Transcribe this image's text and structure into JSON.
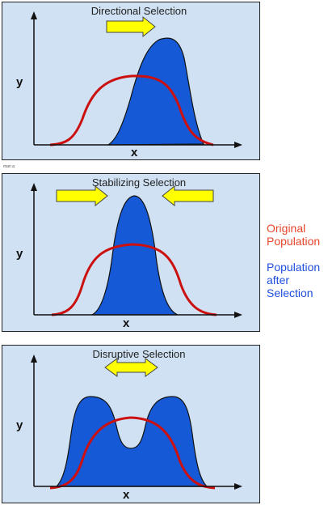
{
  "panels": [
    {
      "title": "Directional Selection",
      "y_label": "y",
      "x_label": "x"
    },
    {
      "title": "Stabilizing Selection",
      "y_label": "y",
      "x_label": "x"
    },
    {
      "title": "Disruptive Selection",
      "y_label": "y",
      "x_label": "x"
    }
  ],
  "legend": {
    "original_line1": "Original",
    "original_line2": "Population",
    "after_line1": "Population",
    "after_line2": "after",
    "after_line3": "Selection"
  },
  "small_note": "man a",
  "colors": {
    "panel_bg": "#cfe1f2",
    "after_fill": "#1559d6",
    "original_curve": "#cc1010",
    "arrow_fill": "#ffff00",
    "legend_original": "#e8452a",
    "legend_after": "#1f4fe0"
  }
}
